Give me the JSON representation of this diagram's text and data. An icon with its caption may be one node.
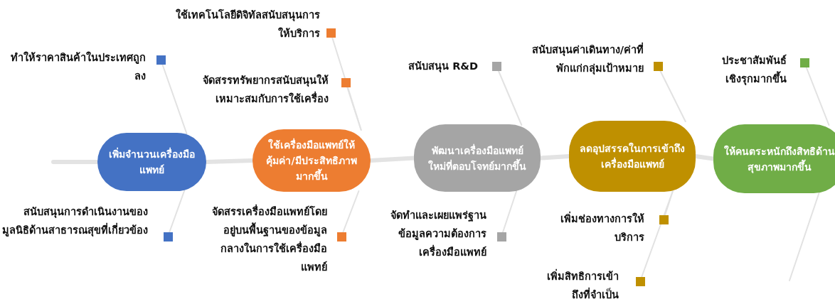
{
  "diagram": {
    "nodes": [
      {
        "text": [
          "เพิ่มจำนวนเครื่องมือแพทย์"
        ]
      },
      {
        "text": [
          "ใช้เครื่องมือแพทย์ให้คุ้มค่า/มีประสิทธิภาพมากขึ้น"
        ]
      },
      {
        "text": [
          "พัฒนาเครื่องมือแพทย์ใหม่ที่ตอบโจทย์มากขึ้น"
        ]
      },
      {
        "text": [
          "ลดอุปสรรคในการเข้าถึงเครื่องมือแพทย์"
        ]
      },
      {
        "text": [
          "ให้คนตระหนักถึงสิทธิด้านสุขภาพมากขึ้น"
        ]
      },
      {
        "text": [
          "ทำให้ราคาสินค้าในประเทศถูกลง"
        ]
      },
      {
        "text": [
          "ใช้เทคโนโลยีดิจิทัลสนับสนุนการให้บริการ"
        ]
      },
      {
        "text": [
          "จัดสรรทรัพยากรสนับสนุนให้เหมาะสมกับการใช้เครื่อง"
        ]
      },
      {
        "text": [
          "สนับสนุน R&D"
        ]
      },
      {
        "text": [
          "สนับสนุนค่าเดินทาง/ค่าที่พักแก่กลุ่มเป้าหมาย"
        ]
      },
      {
        "text": [
          "ประชาสัมพันธ์เชิงรุกมากขึ้น"
        ]
      },
      {
        "text": [
          "สนับสนุนการดำเนินงานของมูลนิธิด้านสาธารณสุขที่เกี่ยวข้อง"
        ]
      },
      {
        "text": [
          "จัดสรรเครื่องมือแพทย์โดยอยู่บนพื้นฐานของข้อมูลกลางในการใช้เครื่องมือแพทย์"
        ]
      },
      {
        "text": [
          "จัดทำและเผยแพร่ฐานข้อมูลความต้องการเครื่องมือแพทย์"
        ]
      },
      {
        "text": [
          "เพิ่มช่องทางการให้บริการ"
        ]
      },
      {
        "text": [
          "เพิ่มสิทธิการเข้าถึงที่จำเป็น"
        ]
      }
    ],
    "edges": [
      {
        "from": null,
        "to": 0,
        "arrow": "none",
        "style": "thick"
      },
      {
        "from": 0,
        "to": 1,
        "arrow": "none",
        "style": "thick"
      },
      {
        "from": 1,
        "to": 2,
        "arrow": "none",
        "style": "thick"
      },
      {
        "from": 2,
        "to": 3,
        "arrow": "none",
        "style": "thick"
      },
      {
        "from": 3,
        "to": 4,
        "arrow": "none",
        "style": "thick"
      },
      {
        "from": 5,
        "to": 0,
        "arrow": "none"
      },
      {
        "from": 11,
        "to": 0,
        "arrow": "none"
      },
      {
        "from": 6,
        "to": 1,
        "arrow": "none"
      },
      {
        "from": 7,
        "to": 1,
        "arrow": "none"
      },
      {
        "from": 12,
        "to": 1,
        "arrow": "none"
      },
      {
        "from": 8,
        "to": 2,
        "arrow": "none"
      },
      {
        "from": 13,
        "to": 2,
        "arrow": "none"
      },
      {
        "from": 9,
        "to": 3,
        "arrow": "none"
      },
      {
        "from": 14,
        "to": 3,
        "arrow": "none"
      },
      {
        "from": 15,
        "to": 3,
        "arrow": "none"
      },
      {
        "from": 10,
        "to": 4,
        "arrow": "none"
      },
      {
        "from": 4,
        "to": null,
        "arrow": "none"
      }
    ]
  }
}
